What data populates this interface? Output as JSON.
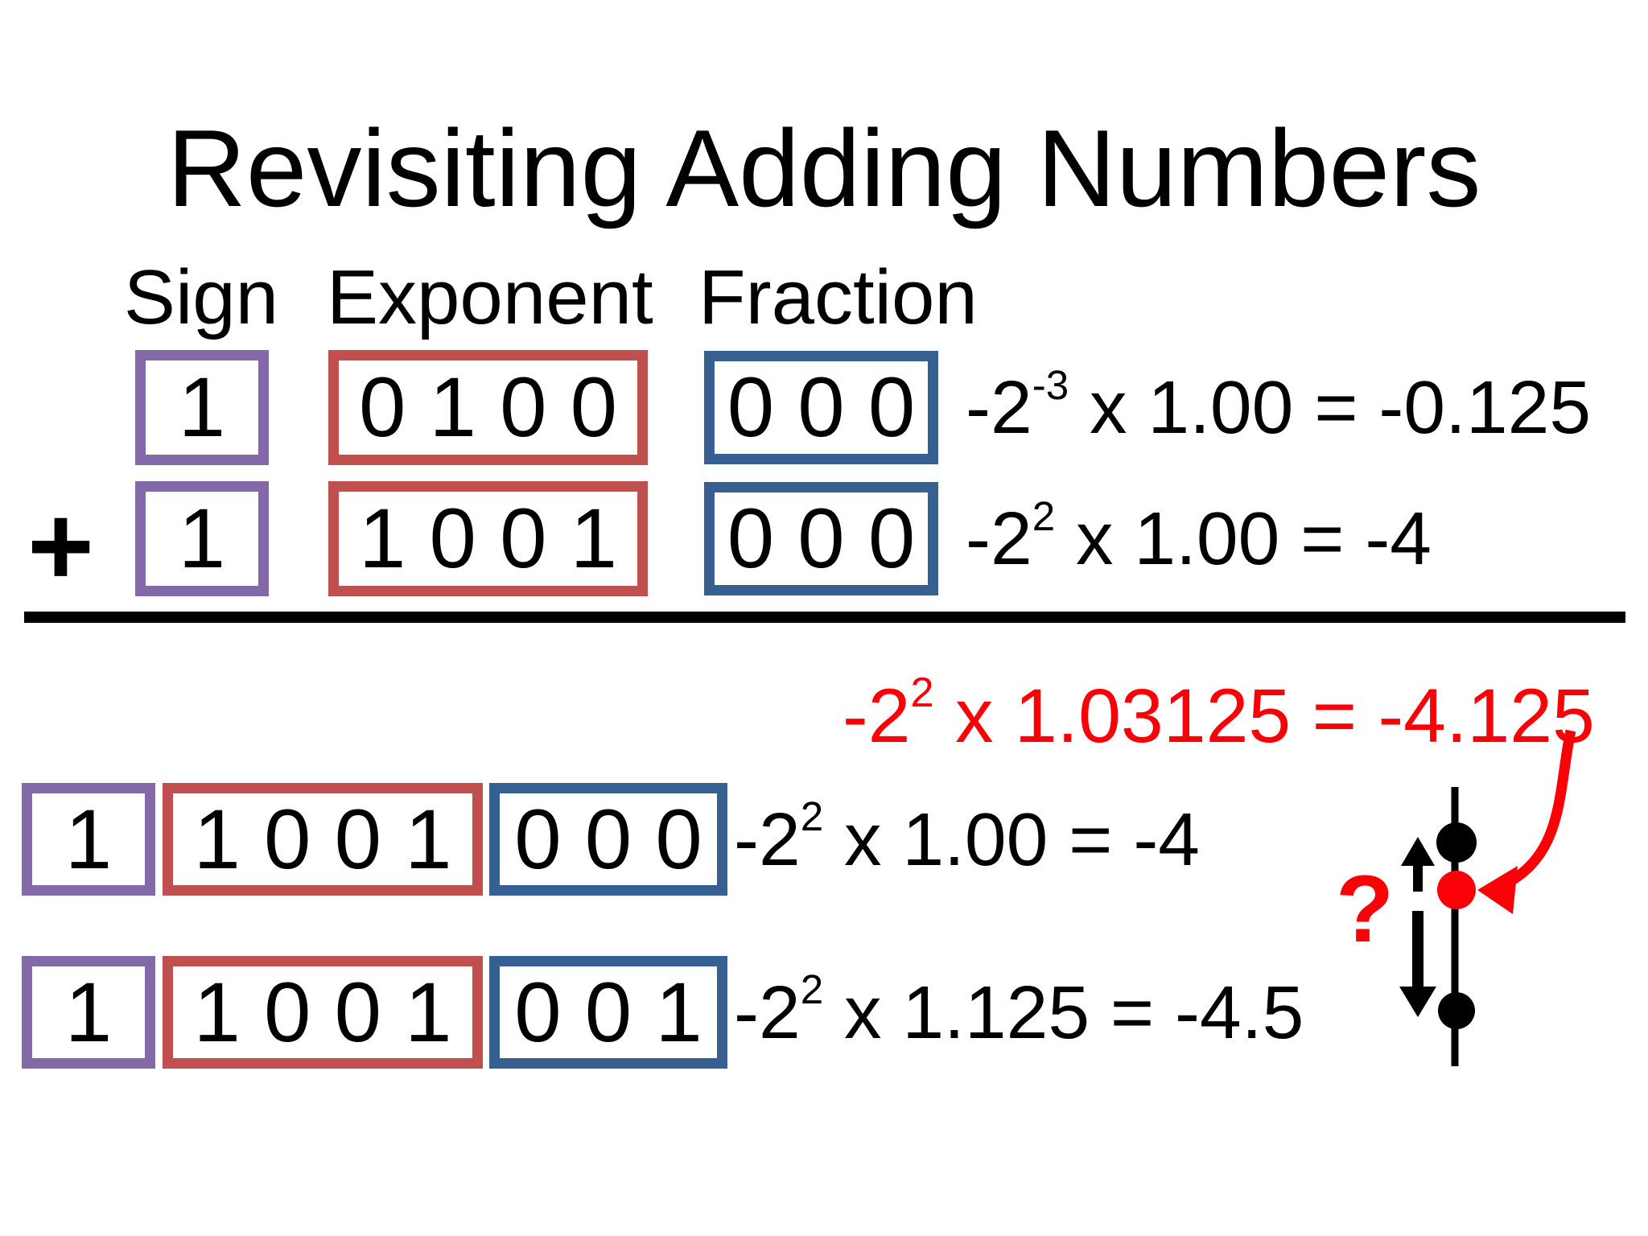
{
  "title": "Revisiting Adding Numbers",
  "colors": {
    "sign": "#8469a8",
    "exponent": "#c0504d",
    "fraction": "#366092",
    "highlight": "#fb0006"
  },
  "headers": {
    "sign": "Sign",
    "exponent": "Exponent",
    "fraction": "Fraction"
  },
  "plus_sign": "+",
  "top_rows": [
    {
      "sign": "1",
      "exponent": "0 1 0 0",
      "fraction": "0 0 0",
      "eq": {
        "base": "-2",
        "sup": "-3",
        "rest": " x 1.00 = -0.125"
      }
    },
    {
      "sign": "1",
      "exponent": "1 0 0 1",
      "fraction": "0 0 0",
      "eq": {
        "base": "-2",
        "sup": "2",
        "rest": " x 1.00 = -4"
      }
    }
  ],
  "result_eq": {
    "base": "-2",
    "sup": "2",
    "rest": " x 1.03125 = -4.125"
  },
  "bottom_rows": [
    {
      "sign": "1",
      "exponent": "1 0 0 1",
      "fraction": "0 0 0",
      "eq": {
        "base": "-2",
        "sup": "2",
        "rest": " x 1.00 = -4"
      }
    },
    {
      "sign": "1",
      "exponent": "1 0 0 1",
      "fraction": "0 0 1",
      "eq": {
        "base": "-2",
        "sup": "2",
        "rest": " x 1.125 = -4.5"
      }
    }
  ],
  "diagram": {
    "question_mark": "?"
  }
}
